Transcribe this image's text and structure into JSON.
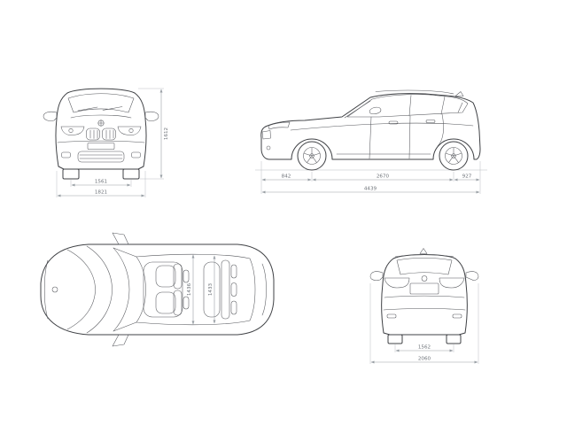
{
  "accent": {
    "line": "#3f4145",
    "dim": "#9aa0a6",
    "background": "#ffffff"
  },
  "views": {
    "front": {
      "dims": {
        "height": "1612",
        "track": "1561",
        "width": "1821"
      }
    },
    "side": {
      "dims": {
        "front_overhang": "842",
        "wheelbase": "2670",
        "rear_overhang": "927",
        "length": "4439"
      }
    },
    "top": {
      "dims": {
        "front_interior_width": "1436",
        "rear_interior_width": "1433"
      }
    },
    "rear": {
      "dims": {
        "track": "1562",
        "width": "2060"
      }
    }
  }
}
